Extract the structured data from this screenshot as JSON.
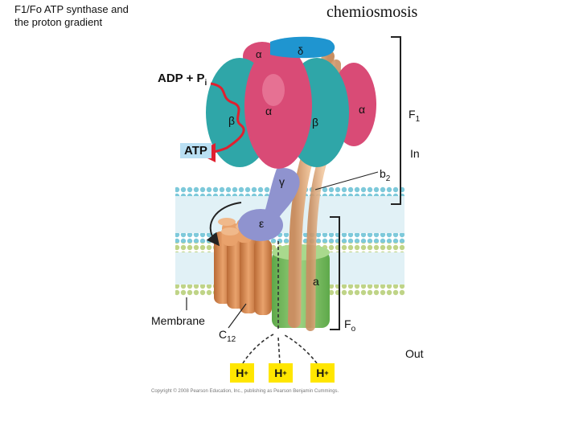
{
  "title": {
    "left": "F1/Fo  ATP synthase and the proton gradient",
    "right": "chemiosmosis"
  },
  "labels": {
    "adp": "ADP + P",
    "adp_sub": "i",
    "atp": "ATP",
    "f1": "F",
    "f1_sub": "1",
    "in": "In",
    "b2": "b",
    "b2_sub": "2",
    "membrane": "Membrane",
    "c12": "C",
    "c12_sub": "12",
    "fo": "F",
    "fo_sub": "o",
    "out": "Out",
    "proton": "H",
    "proton_sup": "+"
  },
  "subunits": {
    "alpha": "α",
    "beta": "β",
    "delta": "δ",
    "gamma": "γ",
    "epsilon": "ε",
    "a": "a"
  },
  "protons": [
    "H+",
    "H+",
    "H+"
  ],
  "copyright": "Copyright © 2008 Pearson Education, Inc., publishing as Pearson Benjamin Cummings.",
  "colors": {
    "alpha": "#d94b76",
    "beta": "#2fa6a8",
    "delta": "#1f95d0",
    "stalk": "#e7b88c",
    "gamma": "#8f93cf",
    "c_ring": "#d58650",
    "a_subunit": "#7bbf63",
    "proton_box": "#ffe600",
    "atp_box": "#b9dff3",
    "arrow": "#e0202f"
  }
}
